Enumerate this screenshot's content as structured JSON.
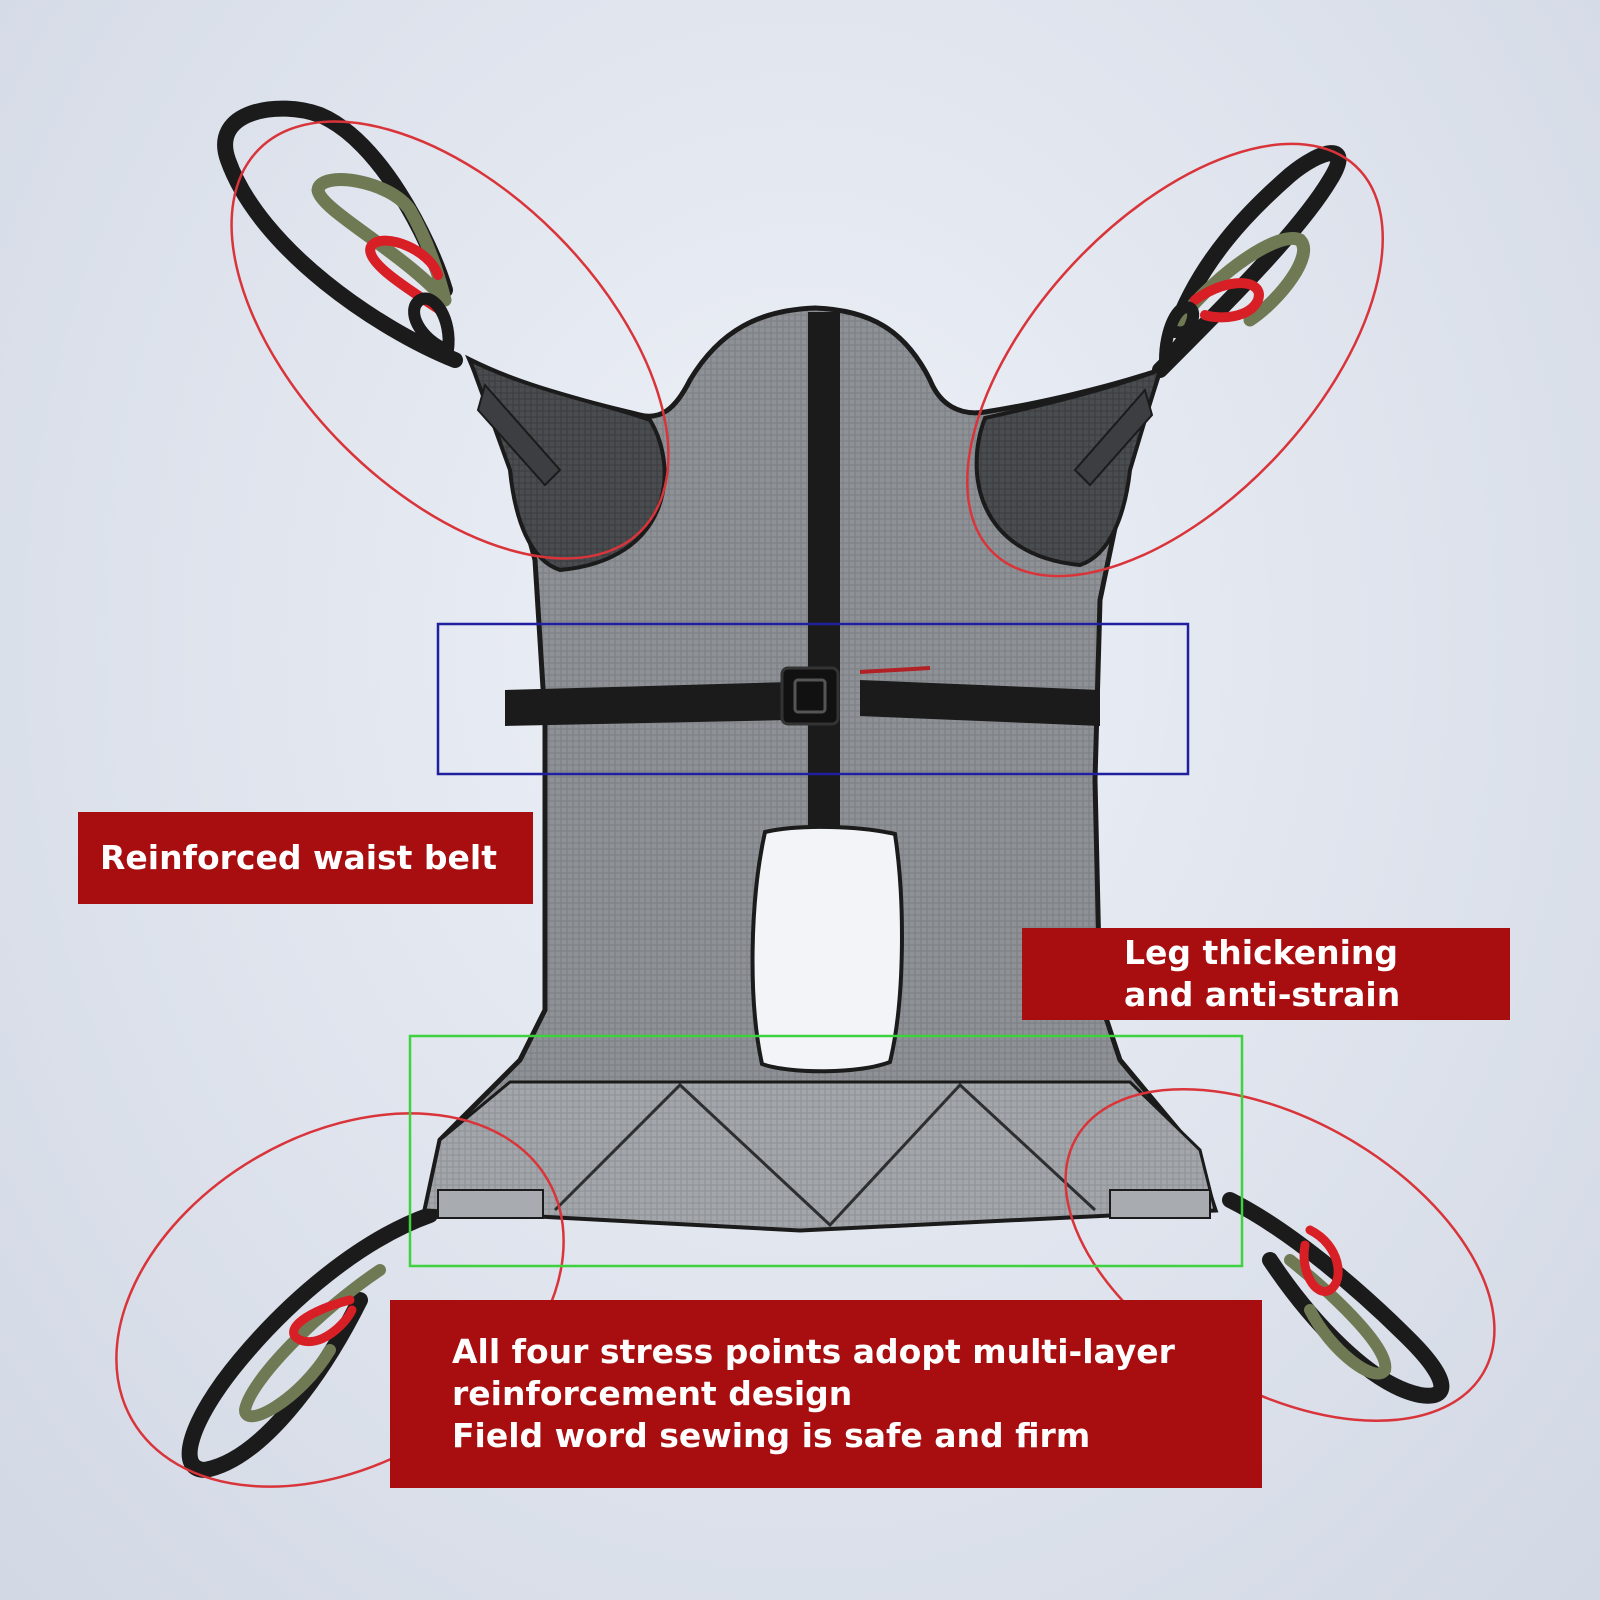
{
  "callouts": {
    "waist_belt": "Reinforced waist belt",
    "leg_line1": "Leg thickening",
    "leg_line2": "and anti-strain",
    "stress_line1": "All four stress points adopt multi-layer",
    "stress_line2": "reinforcement design",
    "stress_line3": "Field word sewing is safe and firm"
  },
  "colors": {
    "callout_background": "#a80d0f",
    "callout_text": "#ffffff",
    "highlight_ellipse": "#d9343a",
    "waist_frame": "#1f1fa0",
    "leg_frame": "#3fd23f",
    "sling_mesh": "#8f9397",
    "strap": "#1b1b1b",
    "loop_olive": "#6f7a55",
    "loop_red": "#d81f26"
  }
}
